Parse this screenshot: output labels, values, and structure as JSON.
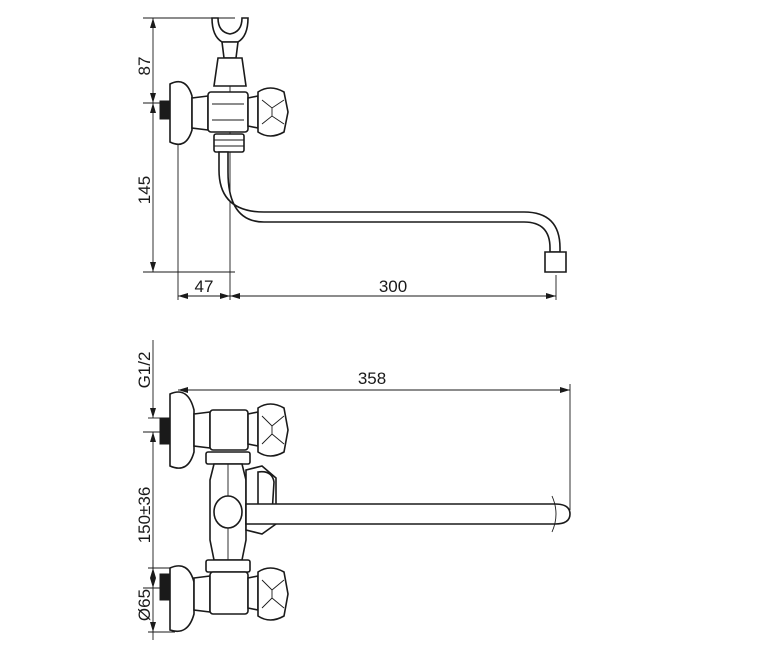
{
  "dimensions": {
    "height_top": "87",
    "height_spout": "145",
    "offset_wall": "47",
    "spout_length": "300",
    "total_length": "358",
    "thread": "G1/2",
    "center_distance": "150±36",
    "flange_diameter": "Ø65"
  },
  "colors": {
    "line": "#1a1a1a",
    "background": "#ffffff"
  }
}
